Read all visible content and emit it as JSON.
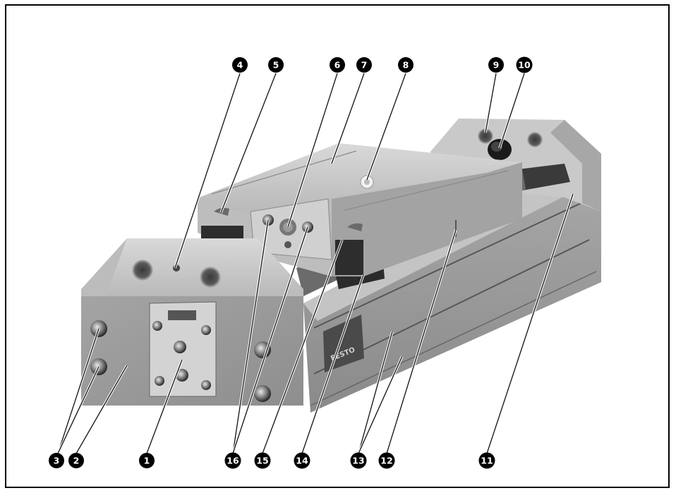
{
  "figure": {
    "callouts": [
      {
        "id": "c1",
        "label": "1"
      },
      {
        "id": "c2",
        "label": "2"
      },
      {
        "id": "c3",
        "label": "3"
      },
      {
        "id": "c4",
        "label": "4"
      },
      {
        "id": "c5",
        "label": "5"
      },
      {
        "id": "c6",
        "label": "6"
      },
      {
        "id": "c7",
        "label": "7"
      },
      {
        "id": "c8",
        "label": "8"
      },
      {
        "id": "c9",
        "label": "9"
      },
      {
        "id": "c10",
        "label": "10"
      },
      {
        "id": "c11",
        "label": "11"
      },
      {
        "id": "c12",
        "label": "12"
      },
      {
        "id": "c13",
        "label": "13"
      },
      {
        "id": "c14",
        "label": "14"
      },
      {
        "id": "c15",
        "label": "15"
      },
      {
        "id": "c16",
        "label": "16"
      }
    ],
    "logo_text": "FESTO"
  }
}
